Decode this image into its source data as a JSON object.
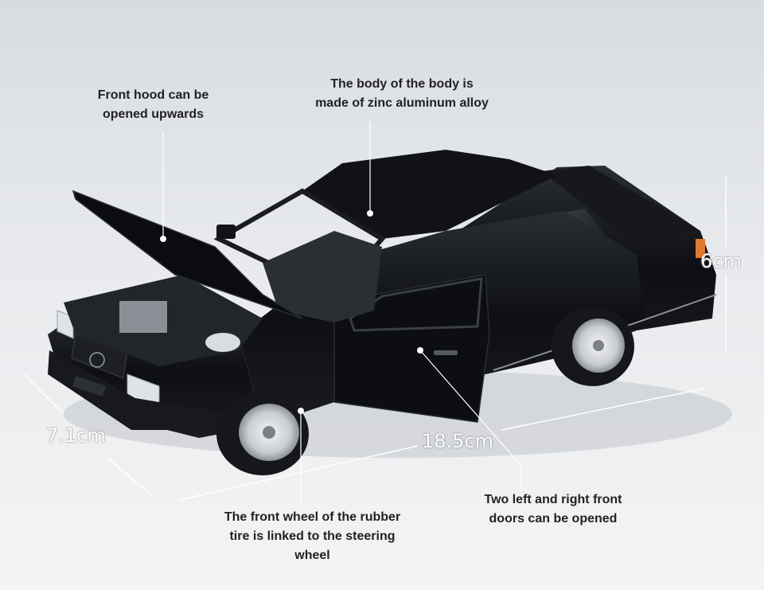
{
  "annotations": {
    "hood": "Front hood can be opened upwards",
    "body": "The body of the body is made of zinc aluminum alloy",
    "wheel": "The front wheel of the rubber tire is linked to the steering wheel",
    "doors": "Two left and right front doors can be opened"
  },
  "dimensions": {
    "width": "7.1cm",
    "length": "18.5cm",
    "height": "6cm"
  },
  "colors": {
    "car_body": "#0d0f12",
    "background": "#e4e6e9",
    "annotation_text": "#222222",
    "dimension_text": "#ffffff"
  }
}
